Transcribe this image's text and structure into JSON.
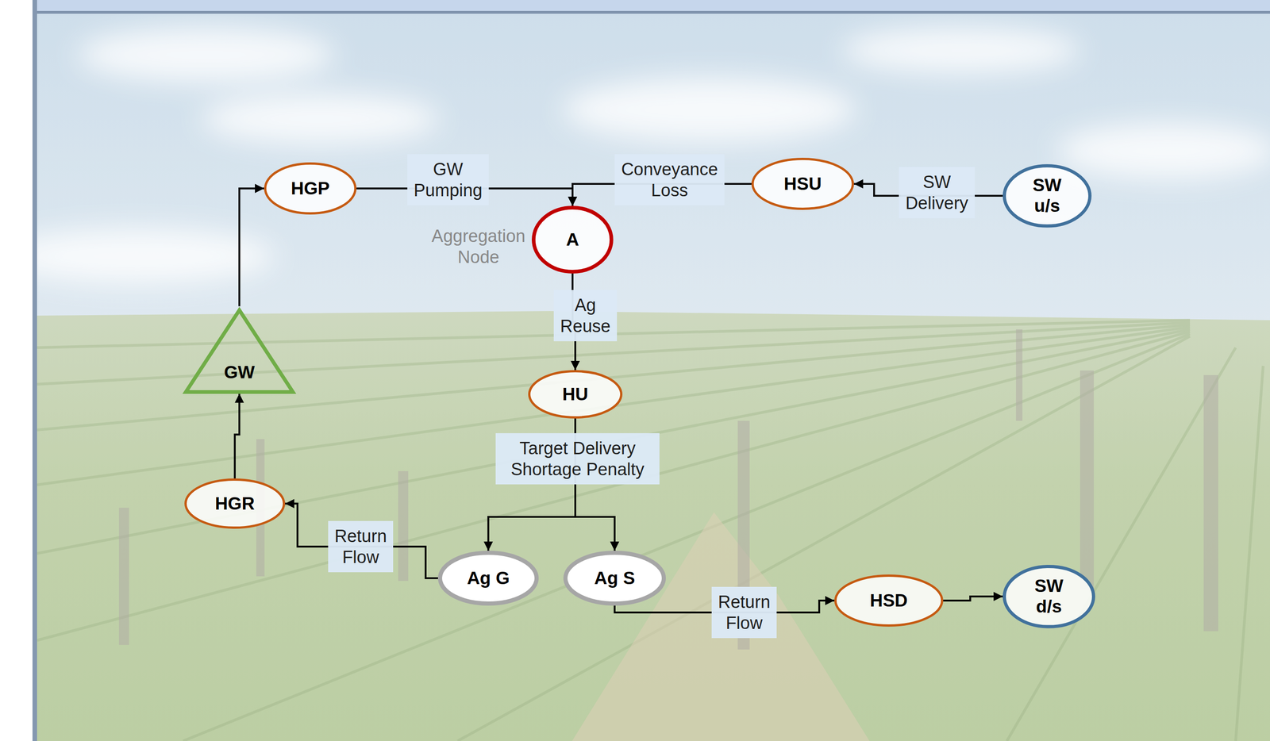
{
  "diagram": {
    "nodes": [
      {
        "text": [
          "HGP"
        ]
      },
      {
        "text": [
          "HSU"
        ]
      },
      {
        "text": [
          "SW u/s"
        ]
      },
      {
        "text": [
          "A",
          "Aggregation Node"
        ]
      },
      {
        "text": [
          "GW"
        ]
      },
      {
        "text": [
          "HU"
        ]
      },
      {
        "text": [
          "HGR"
        ]
      },
      {
        "text": [
          "Ag G"
        ]
      },
      {
        "text": [
          "Ag S"
        ]
      },
      {
        "text": [
          "HSD"
        ]
      },
      {
        "text": [
          "SW d/s"
        ]
      }
    ],
    "edges": [
      {
        "from": 2,
        "to": 1,
        "label": "SW Delivery",
        "arrow": "to"
      },
      {
        "from": 1,
        "to": 3,
        "label": "Conveyance Loss",
        "arrow": "to"
      },
      {
        "from": 0,
        "to": 3,
        "label": "GW Pumping",
        "arrow": "to"
      },
      {
        "from": 3,
        "to": 5,
        "label": "Ag Reuse",
        "arrow": "to"
      },
      {
        "from": 5,
        "to": 7,
        "label": "Target Delivery Shortage Penalty",
        "arrow": "to"
      },
      {
        "from": 5,
        "to": 8,
        "arrow": "to"
      },
      {
        "from": 7,
        "to": 6,
        "label": "Return Flow",
        "arrow": "to"
      },
      {
        "from": 6,
        "to": 4,
        "arrow": "to"
      },
      {
        "from": 4,
        "to": 0,
        "arrow": "to"
      },
      {
        "from": 8,
        "to": 9,
        "label": "Return Flow",
        "arrow": "to"
      },
      {
        "from": 9,
        "to": 10,
        "arrow": "to"
      }
    ]
  }
}
